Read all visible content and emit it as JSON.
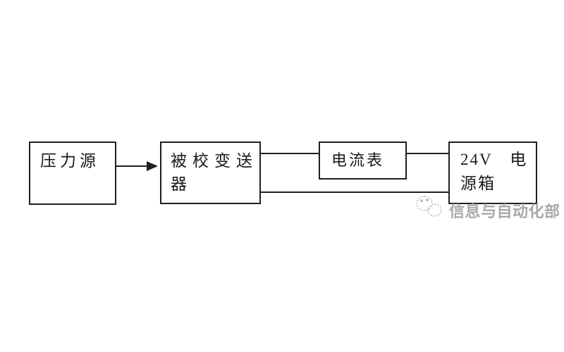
{
  "page": {
    "background_color": "#ffffff",
    "line_color": "#1f1f1f",
    "text_color": "#1a1a1a"
  },
  "diagram": {
    "nodes": [
      {
        "id": "pressure-source",
        "label": "压力源"
      },
      {
        "id": "transmitter",
        "label": "被校变送器",
        "lines": [
          "被校变送",
          "器"
        ]
      },
      {
        "id": "ammeter",
        "label": "电流表"
      },
      {
        "id": "power-box",
        "label": "24V 电源箱",
        "lines": [
          "24V　电",
          "源箱"
        ]
      }
    ],
    "connections": [
      {
        "from": "pressure-source",
        "to": "transmitter",
        "style": "arrow"
      },
      {
        "from": "transmitter",
        "to": "ammeter",
        "style": "line"
      },
      {
        "from": "ammeter",
        "to": "power-box",
        "style": "line"
      },
      {
        "from": "transmitter",
        "to": "power-box",
        "style": "line"
      }
    ]
  },
  "watermark": {
    "text": "信息与自动化部",
    "color": "#a8a8a8",
    "icon": "sketch-circles-logo-icon"
  }
}
